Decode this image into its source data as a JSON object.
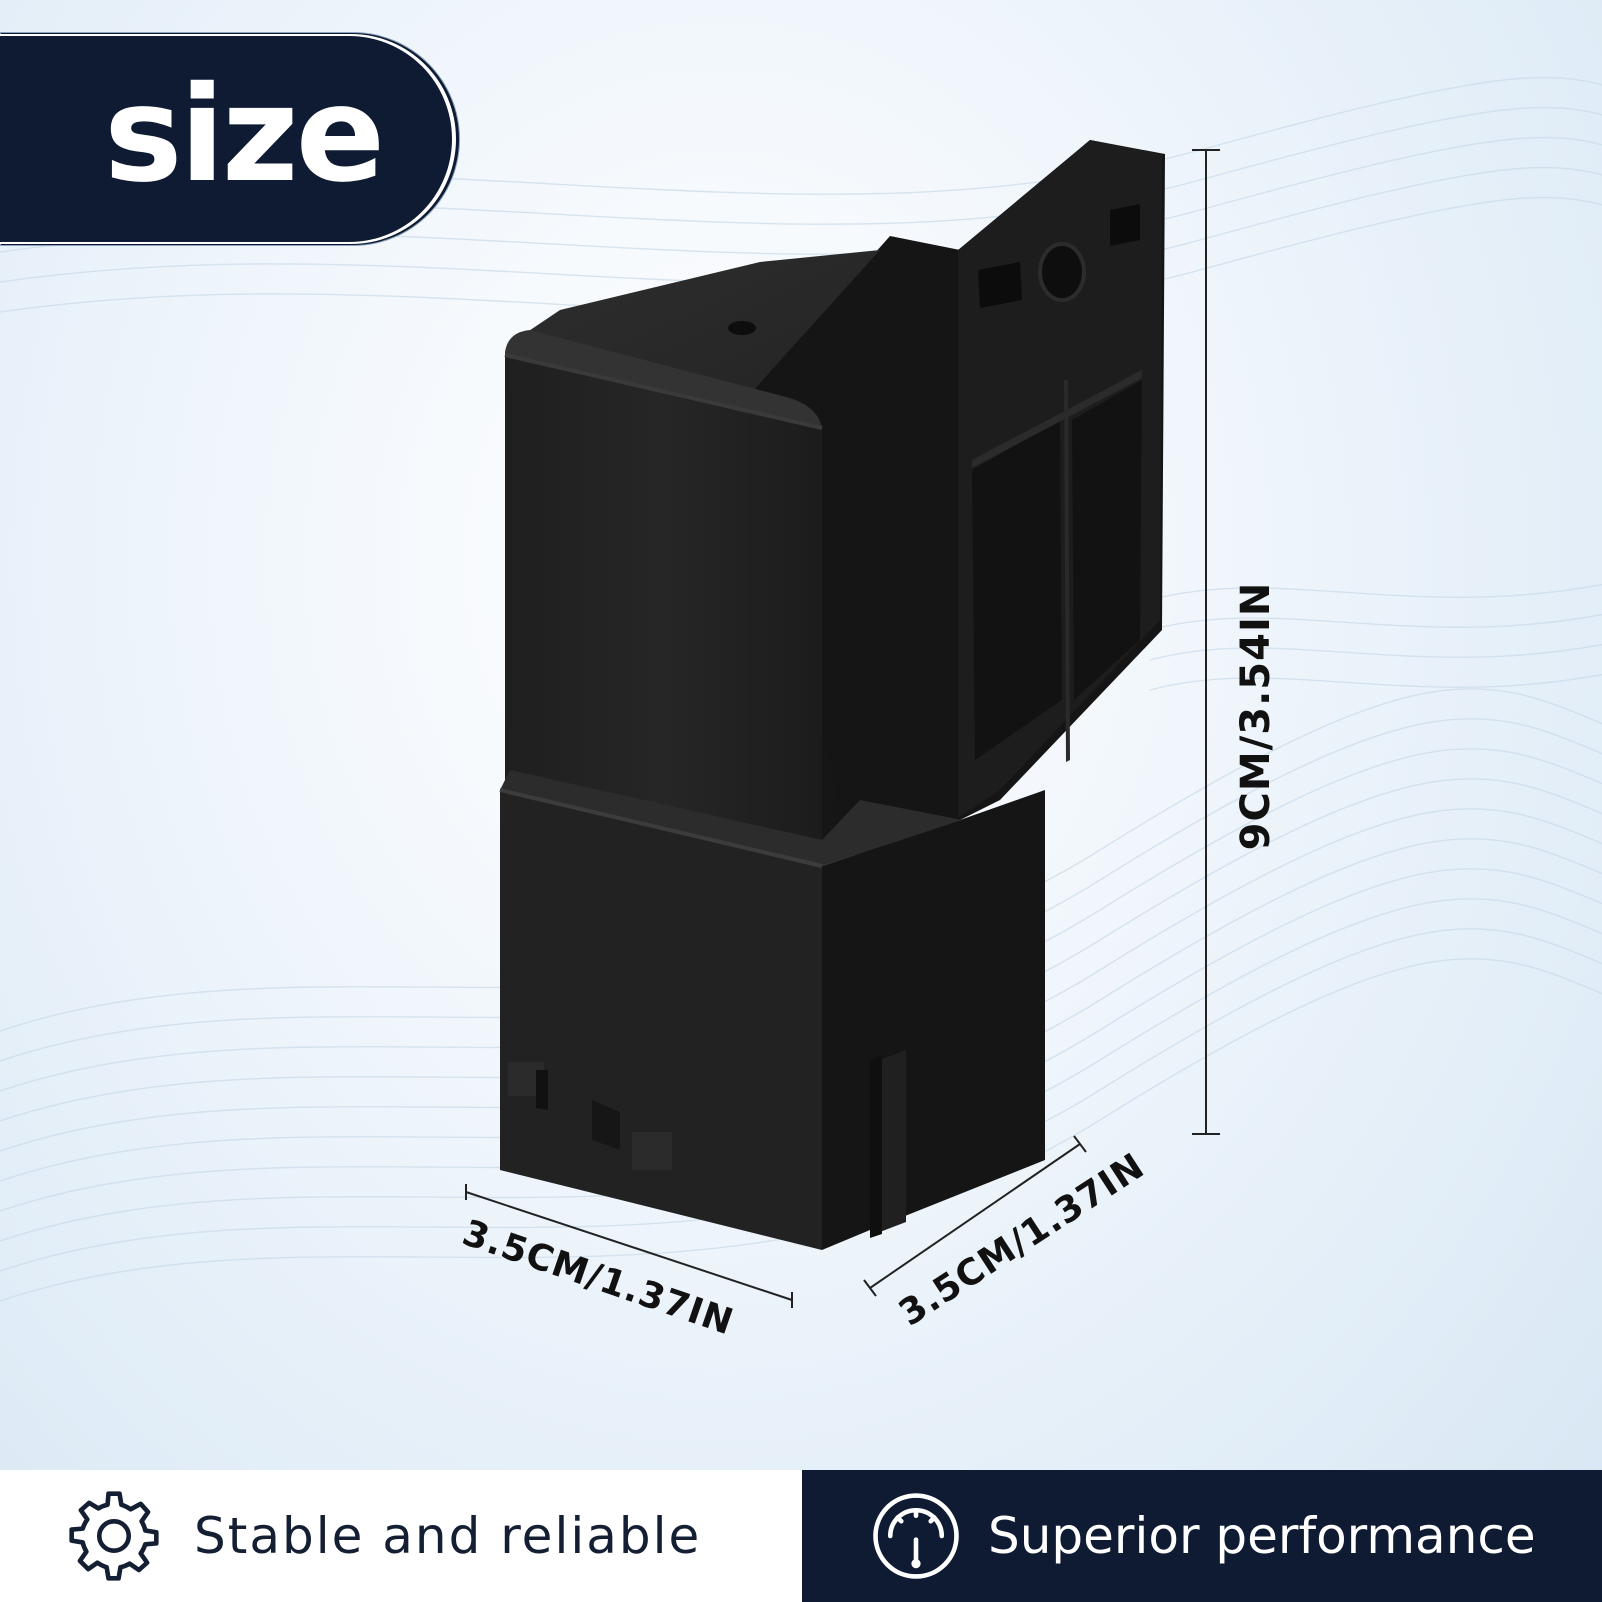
{
  "banner": {
    "title": "size"
  },
  "dimensions": {
    "height": "9CM/3.54IN",
    "width_left": "3.5CM/1.37IN",
    "width_right": "3.5CM/1.37IN"
  },
  "features": [
    {
      "label": "Stable and reliable",
      "icon": "gear-icon"
    },
    {
      "label": "Superior performance",
      "icon": "gauge-icon"
    }
  ],
  "colors": {
    "navy": "#0f1b33",
    "product_black": "#1b1b1b",
    "background_light": "#eaf3fb"
  }
}
